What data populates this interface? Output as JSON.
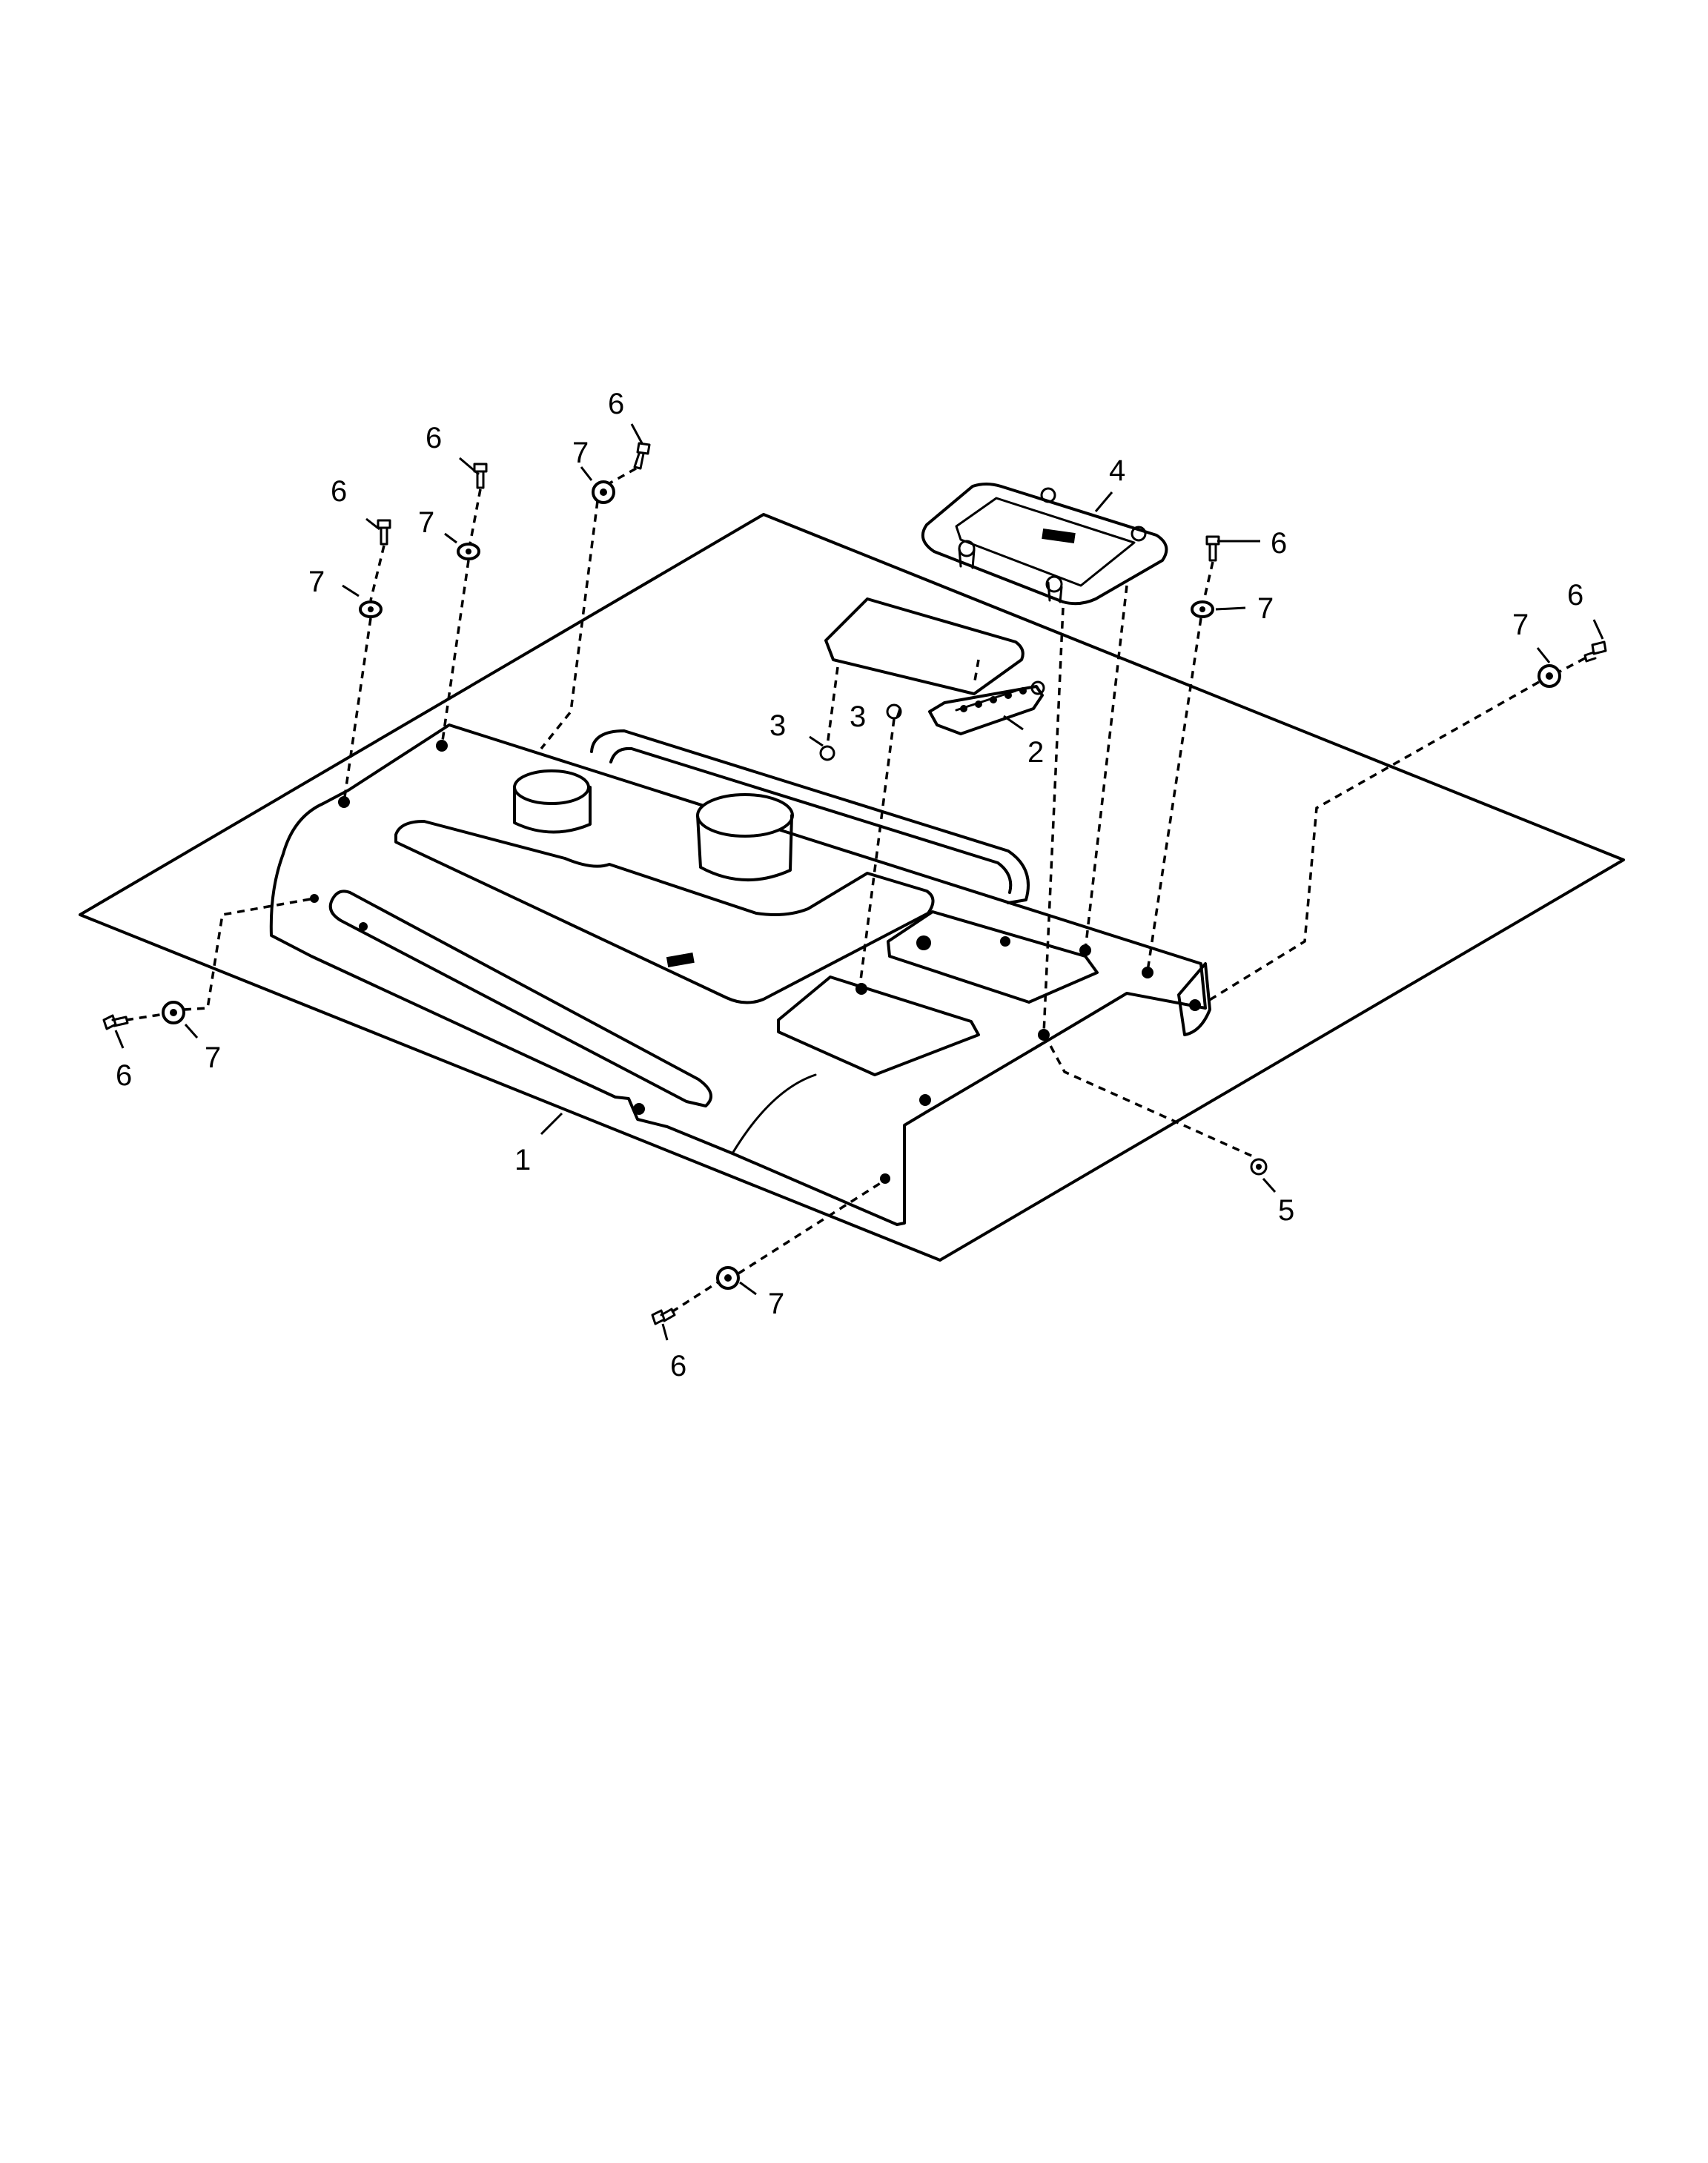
{
  "diagram": {
    "callouts": {
      "c1": "1",
      "c2": "2",
      "c3a": "3",
      "c3b": "3",
      "c4": "4",
      "c5": "5",
      "c6a": "6",
      "c6b": "6",
      "c6c": "6",
      "c6d": "6",
      "c6e": "6",
      "c6f": "6",
      "c6g": "6",
      "c7a": "7",
      "c7b": "7",
      "c7c": "7",
      "c7d": "7",
      "c7e": "7",
      "c7f": "7",
      "c7g": "7"
    },
    "line_color": "#000000",
    "background": "#ffffff"
  }
}
